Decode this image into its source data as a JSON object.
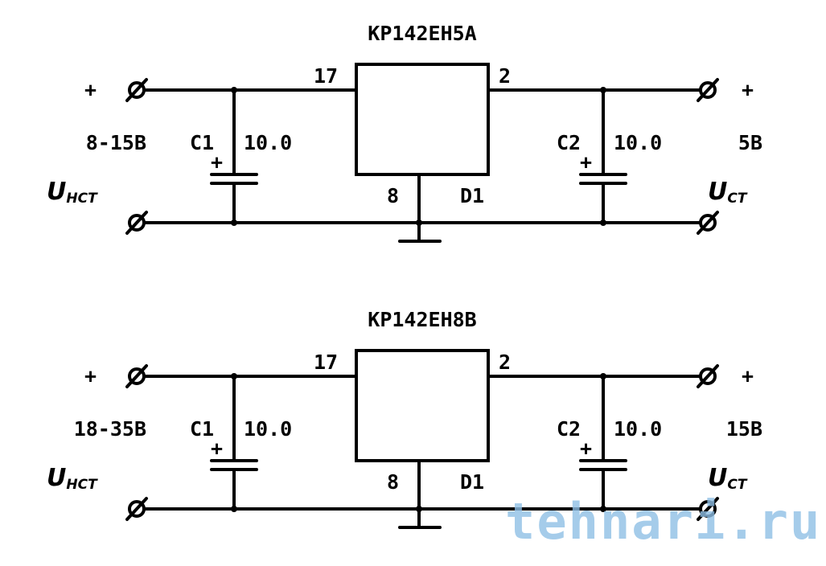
{
  "circuits": [
    {
      "chip": "KP142EH5A",
      "pin_in": "17",
      "pin_out": "2",
      "pin_gnd": "8",
      "designator": "D1",
      "plus_in": "+",
      "plus_out": "+",
      "input_voltage": "8-15B",
      "input_label_main": "U",
      "input_label_sub": "НСТ",
      "output_voltage": "5B",
      "output_label_main": "U",
      "output_label_sub": "СТ",
      "c1_name": "C1",
      "c1_value": "10.0",
      "c1_polarity": "+",
      "c2_name": "C2",
      "c2_value": "10.0",
      "c2_polarity": "+"
    },
    {
      "chip": "KP142EH8B",
      "pin_in": "17",
      "pin_out": "2",
      "pin_gnd": "8",
      "designator": "D1",
      "plus_in": "+",
      "plus_out": "+",
      "input_voltage": "18-35B",
      "input_label_main": "U",
      "input_label_sub": "НСТ",
      "output_voltage": "15B",
      "output_label_main": "U",
      "output_label_sub": "СТ",
      "c1_name": "C1",
      "c1_value": "10.0",
      "c1_polarity": "+",
      "c2_name": "C2",
      "c2_value": "10.0",
      "c2_polarity": "+"
    }
  ],
  "watermark": "tehnari.ru"
}
